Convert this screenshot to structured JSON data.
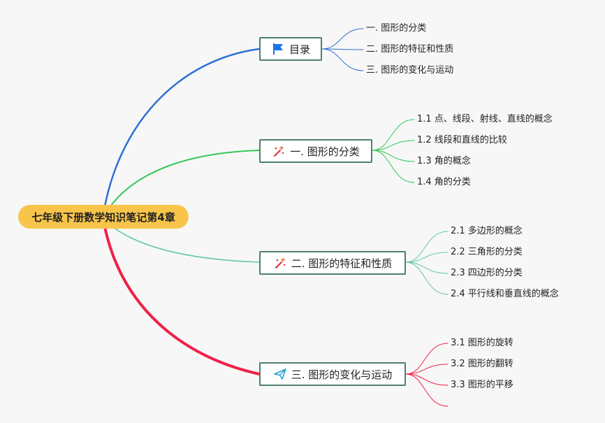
{
  "root": {
    "label": "七年级下册数学知识笔记第4章"
  },
  "branches": [
    {
      "label": "目录",
      "icon": "flag-icon",
      "color": "#2d6fd6",
      "children": [
        "一. 图形的分类",
        "二. 图形的特征和性质",
        "三. 图形的变化与运动"
      ]
    },
    {
      "label": "一. 图形的分类",
      "icon": "sparkle-wand-icon",
      "color": "#35c759",
      "children": [
        "1.1 点、线段、射线、直线的概念",
        "1.2 线段和直线的比较",
        "1.3 角的概念",
        "1.4 角的分类"
      ]
    },
    {
      "label": "二. 图形的特征和性质",
      "icon": "sparkle-wand-icon",
      "color": "#62c7a5",
      "children": [
        "2.1 多边形的概念",
        "2.2 三角形的分类",
        "2.3 四边形的分类",
        "2.4 平行线和垂直线的概念"
      ]
    },
    {
      "label": "三. 图形的变化与运动",
      "icon": "paper-plane-icon",
      "color": "#ef2147",
      "children": [
        "3.1 图形的旋转",
        "3.2 图形的翻转",
        "3.3 图形的平移",
        ""
      ]
    }
  ]
}
